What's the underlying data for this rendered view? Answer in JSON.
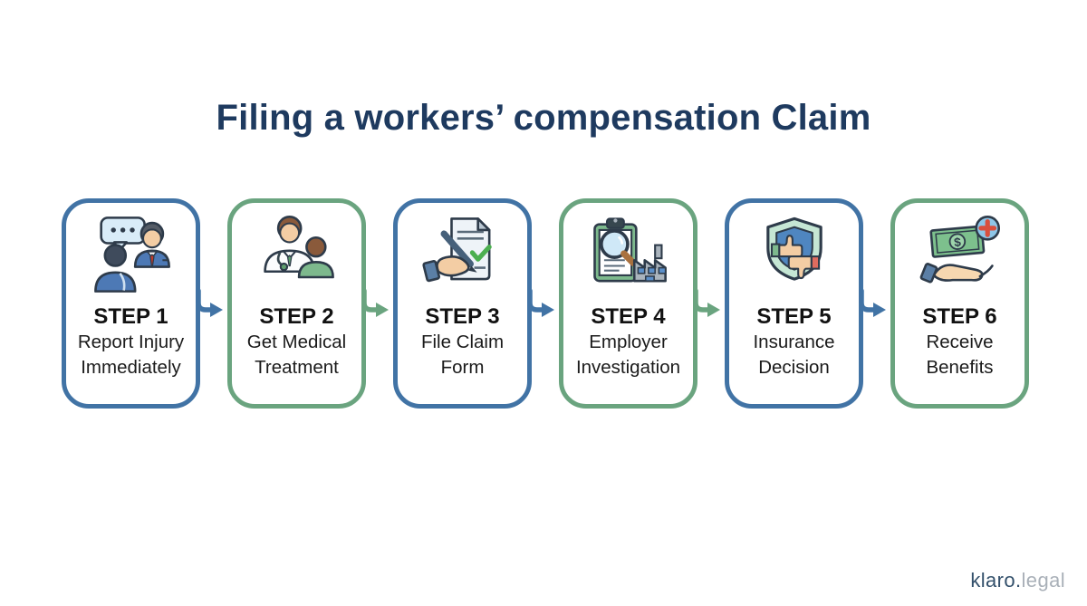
{
  "title": {
    "text": "Filing a workers’ compensation Claim",
    "color": "#1e3a5f"
  },
  "colors": {
    "card_blue": "#4173a5",
    "card_green": "#6aa47f",
    "outline_dark": "#2e3b4a",
    "background": "#ffffff",
    "step_text": "#121212"
  },
  "steps": [
    {
      "label": "STEP 1",
      "line1": "Report Injury",
      "line2": "Immediately",
      "accent": "blue",
      "icon": "people-talking-icon"
    },
    {
      "label": "STEP 2",
      "line1": "Get Medical",
      "line2": "Treatment",
      "accent": "green",
      "icon": "doctor-patient-icon"
    },
    {
      "label": "STEP 3",
      "line1": "File Claim",
      "line2": "Form",
      "accent": "blue",
      "icon": "sign-document-icon"
    },
    {
      "label": "STEP 4",
      "line1": "Employer",
      "line2": "Investigation",
      "accent": "green",
      "icon": "clipboard-magnifier-factory-icon"
    },
    {
      "label": "STEP 5",
      "line1": "Insurance",
      "line2": "Decision",
      "accent": "blue",
      "icon": "shield-thumbs-icon"
    },
    {
      "label": "STEP 6",
      "line1": "Receive",
      "line2": "Benefits",
      "accent": "green",
      "icon": "hand-money-icon"
    }
  ],
  "arrows": {
    "count": 5,
    "icon": "arrow-right-icon"
  },
  "footer": {
    "brand_primary": "klaro.",
    "brand_secondary": "legal"
  }
}
